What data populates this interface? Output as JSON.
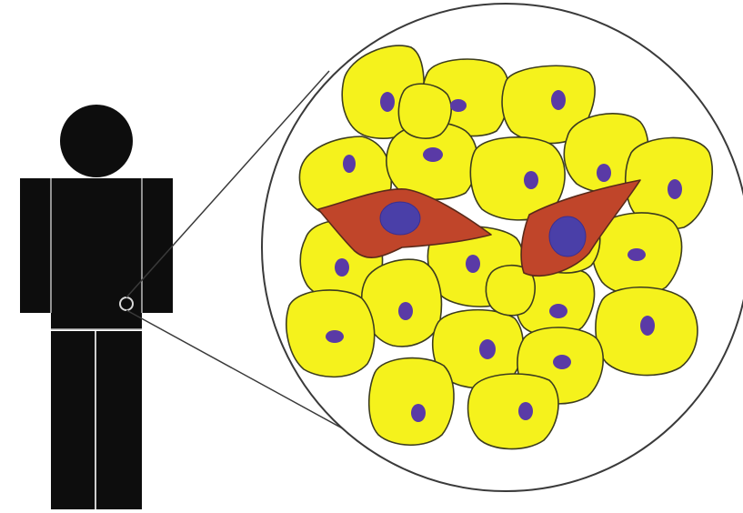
{
  "colors": {
    "background": "#ffffff",
    "silhouette": "#0d0d0d",
    "body_seam": "#bdbdbd",
    "magnifier_outline": "#3a3a3a",
    "cell_fill": "#f5f21c",
    "cell_outline": "#3c3c1e",
    "nucleus": "#5a3aa6",
    "abnormal_cell_fill": "#c0452a",
    "abnormal_cell_outline": "#5a2a1a",
    "abnormal_nucleus": "#4a3fa8"
  },
  "figure": {
    "subject": "human-silhouette",
    "zoom_region": "magnified-tissue-view",
    "normal_cell_count": 22,
    "abnormal_cell_count": 2
  }
}
